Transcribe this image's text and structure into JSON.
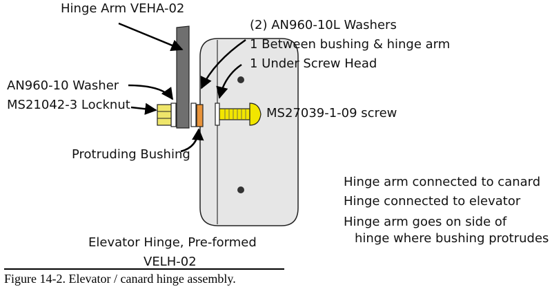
{
  "labels": {
    "hinge_arm": "Hinge Arm VEHA-02",
    "washers_title": "(2) AN960-10L Washers",
    "washers_line1": "1 Between bushing & hinge arm",
    "washers_line2": "1 Under Screw Head",
    "washer": "AN960-10 Washer",
    "locknut": "MS21042-3 Locknut",
    "screw": "MS27039-1-09 screw",
    "bushing": "Protruding Bushing",
    "elevator_hinge": "Elevator Hinge, Pre-formed",
    "part_no": "VELH-02"
  },
  "notes": [
    "Hinge arm connected to canard",
    "Hinge connected to elevator",
    "Hinge arm goes on side of",
    "hinge where bushing protrudes"
  ],
  "caption": "Figure 14-2.  Elevator / canard hinge assembly.",
  "colors": {
    "hinge_plate": "#e6e6e6",
    "hinge_arm": "#6f6f6f",
    "screw_yellow": "#f2e600",
    "bushing_orange": "#e8933a",
    "locknut_yellow": "#efe66a"
  }
}
